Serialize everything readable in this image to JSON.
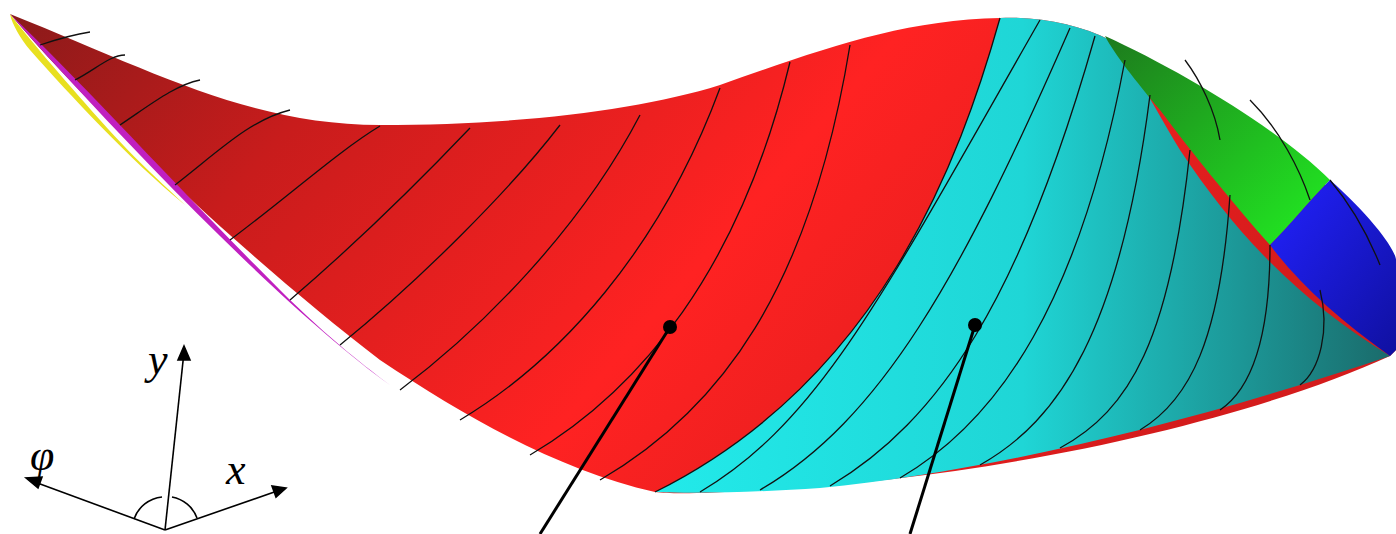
{
  "diagram": {
    "labels": [
      "y",
      "φ",
      "x"
    ]
  }
}
